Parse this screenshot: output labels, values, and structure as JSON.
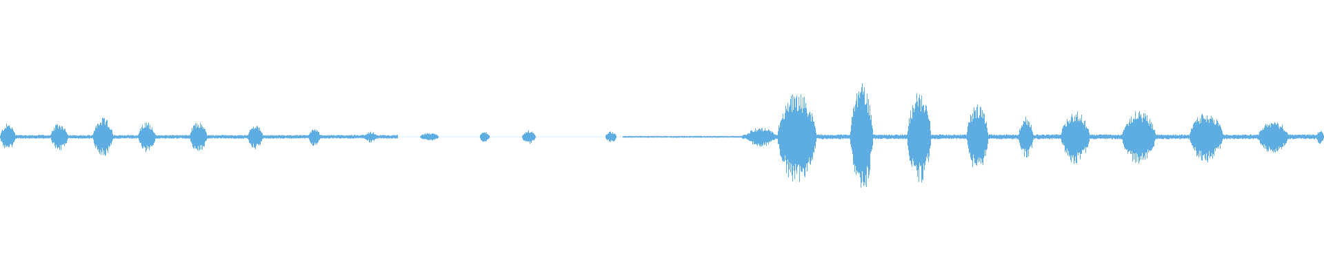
{
  "waveform": {
    "color": "#5dade2",
    "background": "#ffffff",
    "samples_per_bucket_note": "",
    "segments": [
      {
        "start": 0.0,
        "end": 0.012,
        "peak": 0.1
      },
      {
        "start": 0.038,
        "end": 0.052,
        "peak": 0.1
      },
      {
        "start": 0.07,
        "end": 0.086,
        "peak": 0.14
      },
      {
        "start": 0.104,
        "end": 0.118,
        "peak": 0.11
      },
      {
        "start": 0.143,
        "end": 0.157,
        "peak": 0.11
      },
      {
        "start": 0.187,
        "end": 0.199,
        "peak": 0.09
      },
      {
        "start": 0.233,
        "end": 0.242,
        "peak": 0.07
      },
      {
        "start": 0.275,
        "end": 0.285,
        "peak": 0.04
      },
      {
        "start": 0.317,
        "end": 0.332,
        "peak": 0.03
      },
      {
        "start": 0.362,
        "end": 0.37,
        "peak": 0.04
      },
      {
        "start": 0.394,
        "end": 0.405,
        "peak": 0.05
      },
      {
        "start": 0.457,
        "end": 0.466,
        "peak": 0.04
      },
      {
        "start": 0.563,
        "end": 0.587,
        "peak": 0.07
      },
      {
        "start": 0.587,
        "end": 0.618,
        "peak": 0.33
      },
      {
        "start": 0.642,
        "end": 0.66,
        "peak": 0.4
      },
      {
        "start": 0.685,
        "end": 0.704,
        "peak": 0.33
      },
      {
        "start": 0.73,
        "end": 0.747,
        "peak": 0.25
      },
      {
        "start": 0.769,
        "end": 0.781,
        "peak": 0.15
      },
      {
        "start": 0.801,
        "end": 0.824,
        "peak": 0.19
      },
      {
        "start": 0.847,
        "end": 0.874,
        "peak": 0.2
      },
      {
        "start": 0.898,
        "end": 0.925,
        "peak": 0.18
      },
      {
        "start": 0.95,
        "end": 0.974,
        "peak": 0.12
      },
      {
        "start": 0.994,
        "end": 1.0,
        "peak": 0.05
      }
    ],
    "baseline_low_regions": [
      {
        "start": 0.0,
        "end": 0.3,
        "level": 0.012
      },
      {
        "start": 0.47,
        "end": 0.56,
        "level": 0.006
      },
      {
        "start": 0.56,
        "end": 1.0,
        "level": 0.015
      }
    ]
  }
}
